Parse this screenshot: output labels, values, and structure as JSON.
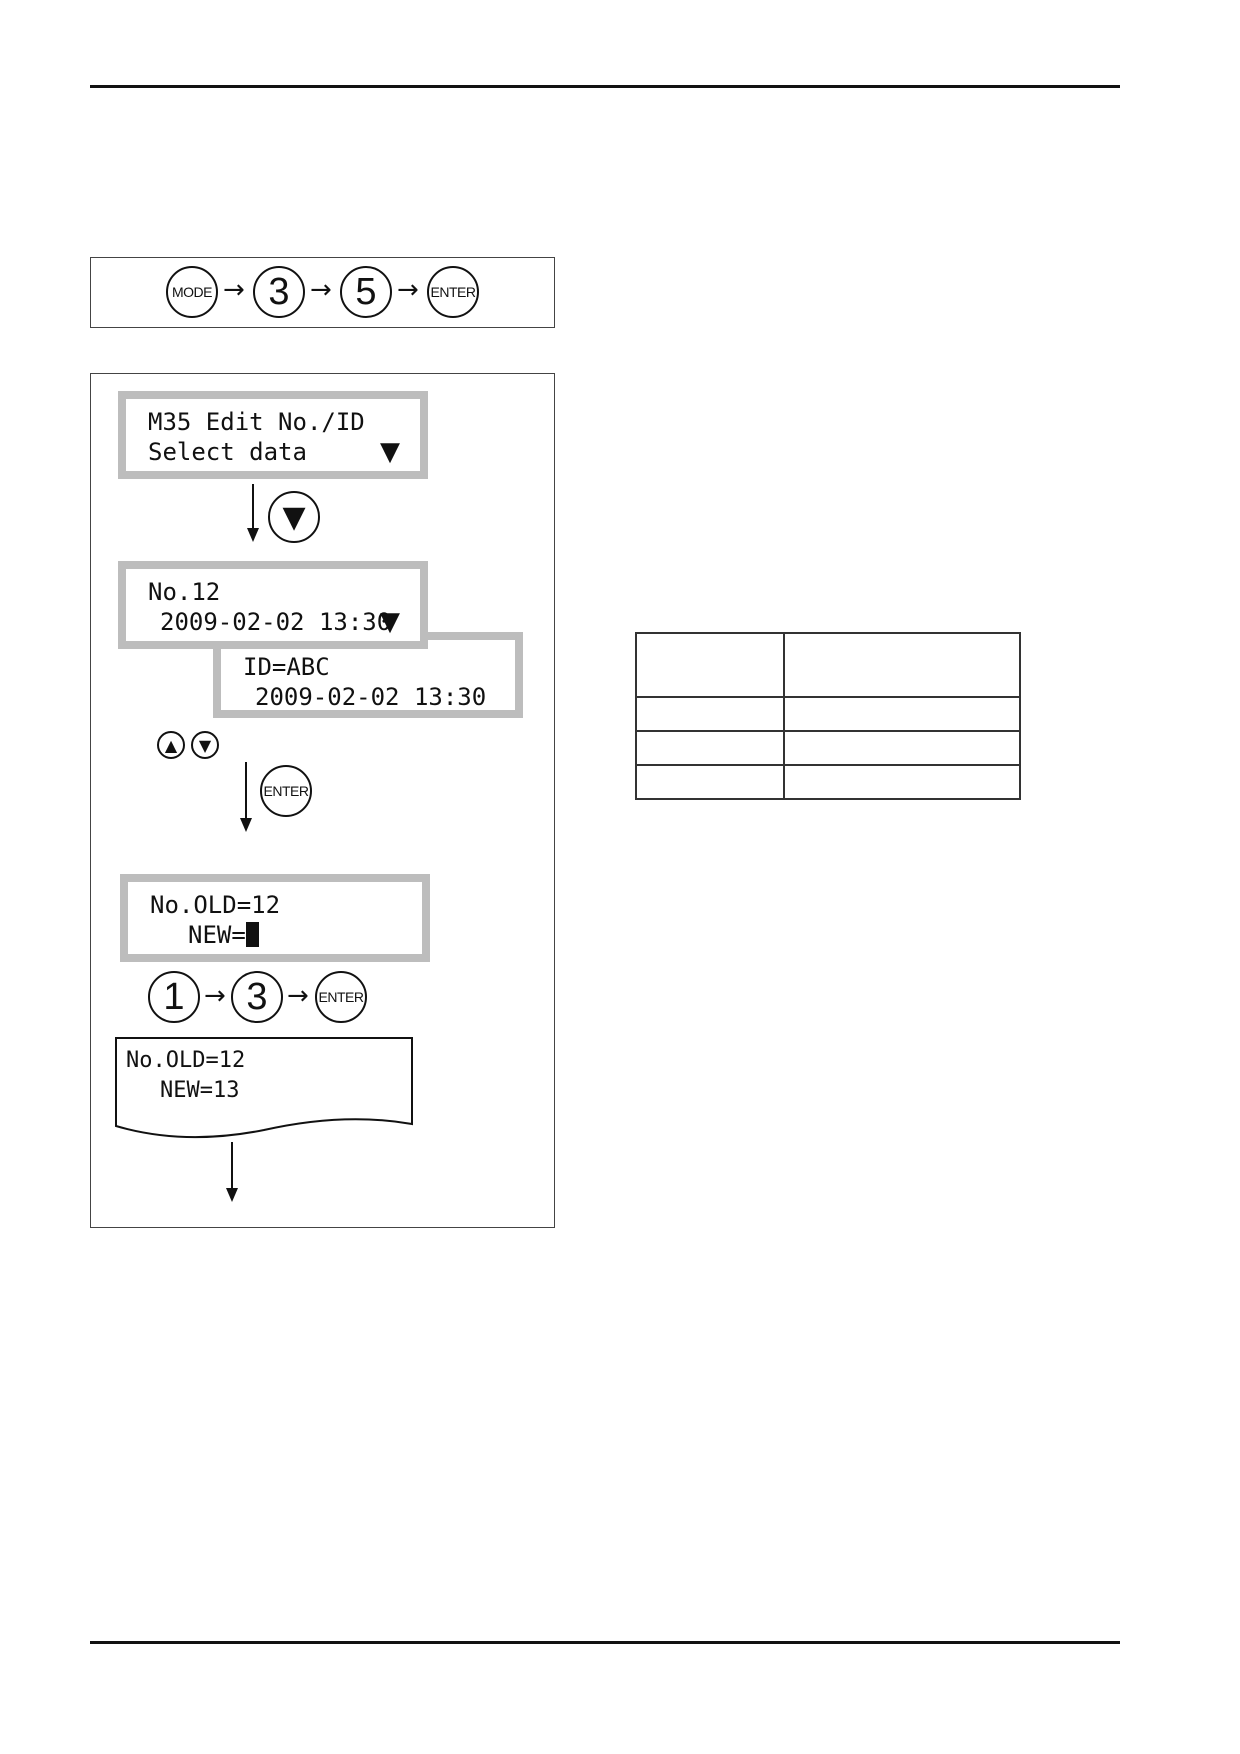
{
  "key_sequence": [
    "MODE",
    "3",
    "5",
    "ENTER"
  ],
  "lcd1": {
    "line1": "M35 Edit No./ID",
    "line2": "Select data",
    "indicator": "▼"
  },
  "down_key": "▼",
  "lcd_no": {
    "line1": "No.12",
    "line2": "2009-02-02 13:30",
    "indicator": "▼"
  },
  "lcd_id": {
    "line1": "ID=ABC",
    "line2": "2009-02-02 13:30"
  },
  "nav_keys": [
    "▲",
    "▼"
  ],
  "enter_key": "ENTER",
  "lcd_edit": {
    "line1": "No.OLD=12",
    "line2_label": "NEW="
  },
  "entry_sequence": [
    "1",
    "3",
    "ENTER"
  ],
  "printout": {
    "line1": "No.OLD=12",
    "line2": "NEW=13"
  },
  "table": {
    "rows": [
      [
        "",
        ""
      ],
      [
        "",
        ""
      ],
      [
        "",
        ""
      ],
      [
        "",
        ""
      ]
    ]
  }
}
